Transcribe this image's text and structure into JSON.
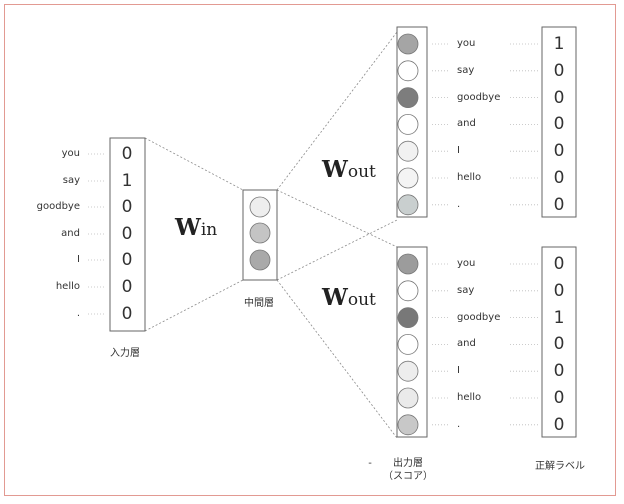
{
  "words": [
    "you",
    "say",
    "goodbye",
    "and",
    "I",
    "hello",
    "."
  ],
  "input_vector": [
    "0",
    "1",
    "0",
    "0",
    "0",
    "0",
    "0"
  ],
  "hidden_shades": [
    "#eeeeee",
    "#c4c4c4",
    "#a9a9a9"
  ],
  "output_top_shades": [
    "#a5a5a5",
    "#ffffff",
    "#7d7d7d",
    "#ffffff",
    "#f1f1f1",
    "#f4f4f4",
    "#c9cfcf"
  ],
  "output_bottom_shades": [
    "#9c9c9c",
    "#ffffff",
    "#787878",
    "#ffffff",
    "#ededed",
    "#eaeaea",
    "#c8c8c8"
  ],
  "label_top": [
    "1",
    "0",
    "0",
    "0",
    "0",
    "0",
    "0"
  ],
  "label_bottom": [
    "0",
    "0",
    "1",
    "0",
    "0",
    "0",
    "0"
  ],
  "w_in": {
    "main": "W",
    "sub": "in"
  },
  "w_out": {
    "main": "W",
    "sub": "out"
  },
  "captions": {
    "input_layer": "入力層",
    "hidden_layer": "中間層",
    "output_layer_line1": "出力層",
    "output_layer_line2": "（スコア）",
    "label": "正解ラベル",
    "dash": "-"
  }
}
